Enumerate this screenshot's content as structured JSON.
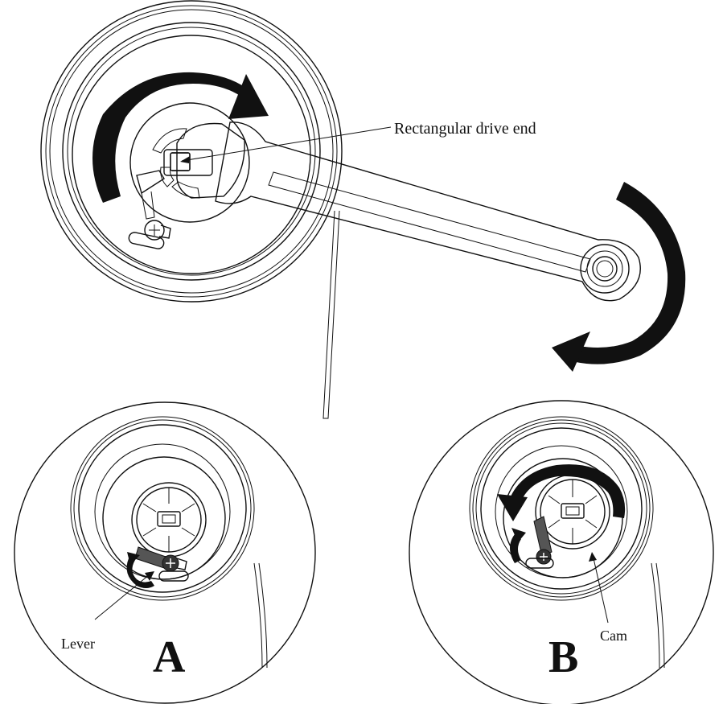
{
  "labels": {
    "drive_end": "Rectangular drive end",
    "lever": "Lever",
    "cam": "Cam",
    "view_a": "A",
    "view_b": "B"
  }
}
